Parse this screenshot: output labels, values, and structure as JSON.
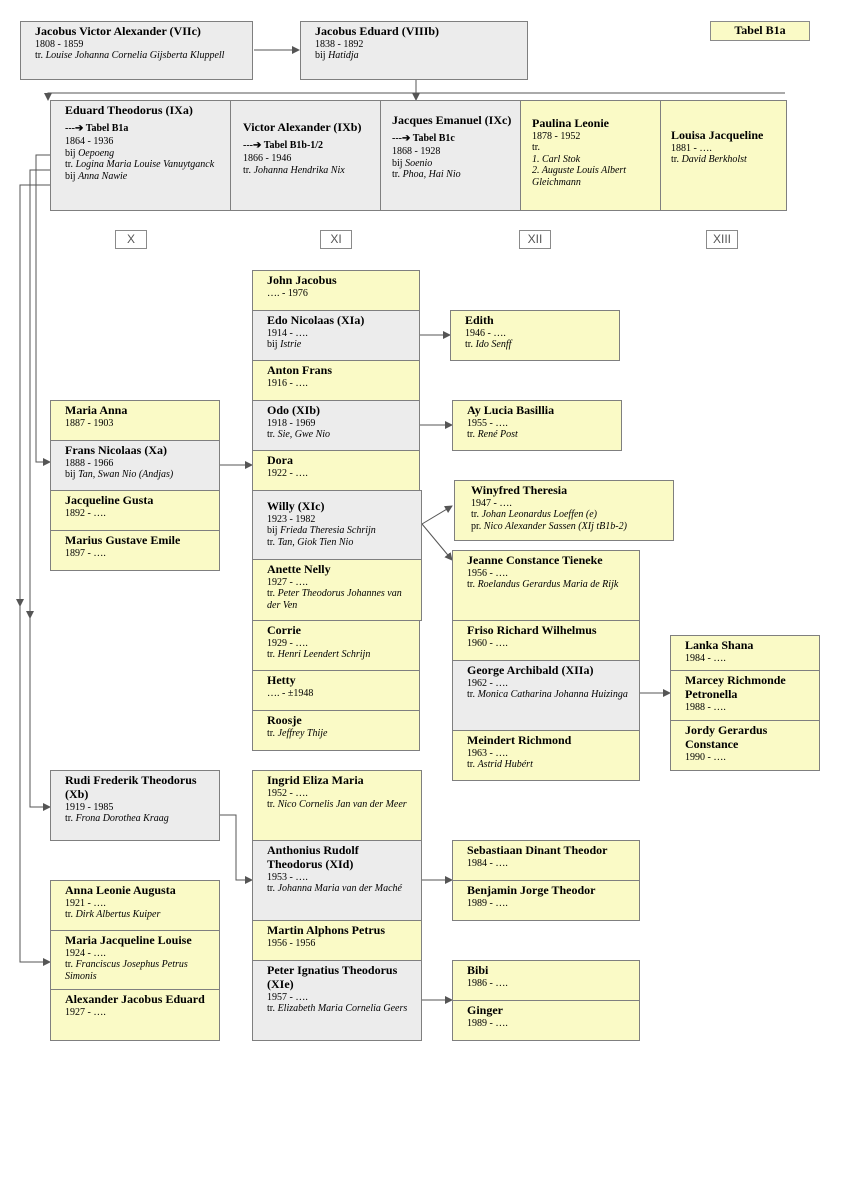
{
  "table_label": "Tabel B1a",
  "generations": [
    "X",
    "XI",
    "XII",
    "XIII"
  ],
  "people": {
    "jacobus_victor": {
      "name": "Jacobus Victor Alexander (VIIc)",
      "dates": "1808 - 1859",
      "tr_prefix": "tr.",
      "spouse": "Louise Johanna Cornelia Gijsberta Kluppell"
    },
    "jacobus_eduard": {
      "name": "Jacobus Eduard (VIIIb)",
      "dates": "1838 - 1892",
      "bij_prefix": "bij",
      "partner": "Hatidja"
    },
    "eduard_theodorus": {
      "name": "Eduard Theodorus (IXa)",
      "tabel": "---➔ Tabel B1a",
      "dates": "1864 - 1936",
      "bij_prefix": "bij",
      "partner": "Oepoeng",
      "tr_prefix": "tr.",
      "spouse": "Logina Maria Louise Vanuytganck",
      "bij2_prefix": "bij",
      "partner2": "Anna Nawie"
    },
    "victor_alexander": {
      "name": "Victor Alexander (IXb)",
      "tabel": "---➔ Tabel B1b-1/2",
      "dates": "1866 - 1946",
      "tr_prefix": "tr.",
      "spouse": "Johanna Hendrika Nix"
    },
    "jacques_emanuel": {
      "name": "Jacques Emanuel (IXc)",
      "tabel": "---➔ Tabel B1c",
      "dates": "1868 - 1928",
      "bij_prefix": "bij",
      "partner": "Soenio",
      "tr_prefix": "tr.",
      "spouse": "Phoa, Hai Nio"
    },
    "paulina_leonie": {
      "name": "Paulina Leonie",
      "dates": "1878 - 1952",
      "tr_prefix": "tr.",
      "spouse1": "1. Carl Stok",
      "spouse2": "2. Auguste Louis Albert Gleichmann"
    },
    "louisa_jacqueline": {
      "name": "Louisa Jacqueline",
      "dates": "1881 - ….",
      "tr_prefix": "tr.",
      "spouse": "David Berkholst"
    },
    "maria_anna": {
      "name": "Maria Anna",
      "dates": "1887 - 1903"
    },
    "frans_nicolaas": {
      "name": "Frans Nicolaas (Xa)",
      "dates": "1888 - 1966",
      "bij_prefix": "bij",
      "partner": "Tan, Swan Nio (Andjas)"
    },
    "jacqueline_gusta": {
      "name": "Jacqueline Gusta",
      "dates": "1892 - …."
    },
    "marius_gustave": {
      "name": "Marius Gustave Emile",
      "dates": "1897 - …."
    },
    "rudi_frederik": {
      "name": "Rudi Frederik Theodorus (Xb)",
      "dates": "1919 - 1985",
      "tr_prefix": "tr.",
      "spouse": "Frona Dorothea Kraag"
    },
    "anna_leonie": {
      "name": "Anna Leonie Augusta",
      "dates": "1921 - ….",
      "tr_prefix": "tr.",
      "spouse": "Dirk Albertus Kuiper"
    },
    "maria_jacqueline": {
      "name": "Maria Jacqueline Louise",
      "dates": "1924 - ….",
      "tr_prefix": "tr.",
      "spouse": "Franciscus Josephus Petrus Simonis"
    },
    "alexander_jacobus": {
      "name": "Alexander Jacobus Eduard",
      "dates": "1927 - …."
    },
    "john_jacobus": {
      "name": "John Jacobus",
      "dates": "…. - 1976"
    },
    "edo_nicolaas": {
      "name": "Edo Nicolaas (XIa)",
      "dates": "1914 - ….",
      "bij_prefix": "bij",
      "partner": "Istrie"
    },
    "anton_frans": {
      "name": "Anton Frans",
      "dates": "1916 - …."
    },
    "odo": {
      "name": "Odo (XIb)",
      "dates": "1918 - 1969",
      "tr_prefix": "tr.",
      "spouse": "Sie, Gwe Nio"
    },
    "dora": {
      "name": "Dora",
      "dates": "1922 - …."
    },
    "willy": {
      "name": "Willy (XIc)",
      "dates": "1923 - 1982",
      "bij_prefix": "bij",
      "partner": "Frieda Theresia Schrijn",
      "tr_prefix": "tr.",
      "spouse": "Tan, Giok Tien Nio"
    },
    "anette_nelly": {
      "name": "Anette Nelly",
      "dates": "1927 - ….",
      "tr_prefix": "tr.",
      "spouse": "Peter Theodorus Johannes van der Ven"
    },
    "corrie": {
      "name": "Corrie",
      "dates": "1929 - ….",
      "tr_prefix": "tr.",
      "spouse": "Henri Leendert Schrijn"
    },
    "hetty": {
      "name": "Hetty",
      "dates": "…. - ±1948"
    },
    "roosje": {
      "name": "Roosje",
      "tr_prefix": "tr.",
      "spouse": "Jeffrey Thije"
    },
    "ingrid_eliza": {
      "name": "Ingrid Eliza Maria",
      "dates": "1952 - ….",
      "tr_prefix": "tr.",
      "spouse": "Nico Cornelis Jan van der Meer"
    },
    "anthonius_rudolf": {
      "name": "Anthonius Rudolf Theodorus (XId)",
      "dates": "1953 - ….",
      "tr_prefix": "tr.",
      "spouse": "Johanna Maria van der Maché"
    },
    "martin_alphons": {
      "name": "Martin Alphons Petrus",
      "dates": "1956 - 1956"
    },
    "peter_ignatius": {
      "name": "Peter Ignatius Theodorus (XIe)",
      "dates": "1957 - ….",
      "tr_prefix": "tr.",
      "spouse": "Elizabeth Maria Cornelia Geers"
    },
    "edith": {
      "name": "Edith",
      "dates": "1946 - ….",
      "tr_prefix": "tr.",
      "spouse": "Ido Senff"
    },
    "ay_lucia": {
      "name": "Ay Lucia Basillia",
      "dates": "1955 - ….",
      "tr_prefix": "tr.",
      "spouse": "René Post"
    },
    "winyfred": {
      "name": "Winyfred Theresia",
      "dates": "1947 - ….",
      "tr_prefix": "tr.",
      "spouse": "Johan Leonardus Loeffen (e)",
      "pr_prefix": "pr.",
      "partner": "Nico Alexander Sassen (XIj tB1b-2)"
    },
    "jeanne_constance": {
      "name": "Jeanne Constance Tieneke",
      "dates": "1956 - ….",
      "tr_prefix": "tr.",
      "spouse": "Roelandus Gerardus Maria de Rijk"
    },
    "friso_richard": {
      "name": "Friso Richard Wilhelmus",
      "dates": "1960 - …."
    },
    "george_archibald": {
      "name": "George Archibald (XIIa)",
      "dates": "1962 - ….",
      "tr_prefix": "tr.",
      "spouse": "Monica Catharina Johanna Huizinga"
    },
    "meindert_richmond": {
      "name": "Meindert Richmond",
      "dates": "1963 - ….",
      "tr_prefix": "tr.",
      "spouse": "Astrid Hubért"
    },
    "sebastiaan": {
      "name": "Sebastiaan Dinant Theodor",
      "dates": "1984 - …."
    },
    "benjamin": {
      "name": "Benjamin Jorge Theodor",
      "dates": "1989 - …."
    },
    "bibi": {
      "name": "Bibi",
      "dates": "1986 - …."
    },
    "ginger": {
      "name": "Ginger",
      "dates": "1989 - …."
    },
    "lanka_shana": {
      "name": "Lanka Shana",
      "dates": "1984 - …."
    },
    "marcey": {
      "name": "Marcey Richmonde Petronella",
      "dates": "1988 - …."
    },
    "jordy": {
      "name": "Jordy Gerardus Constance",
      "dates": "1990 - …."
    }
  }
}
